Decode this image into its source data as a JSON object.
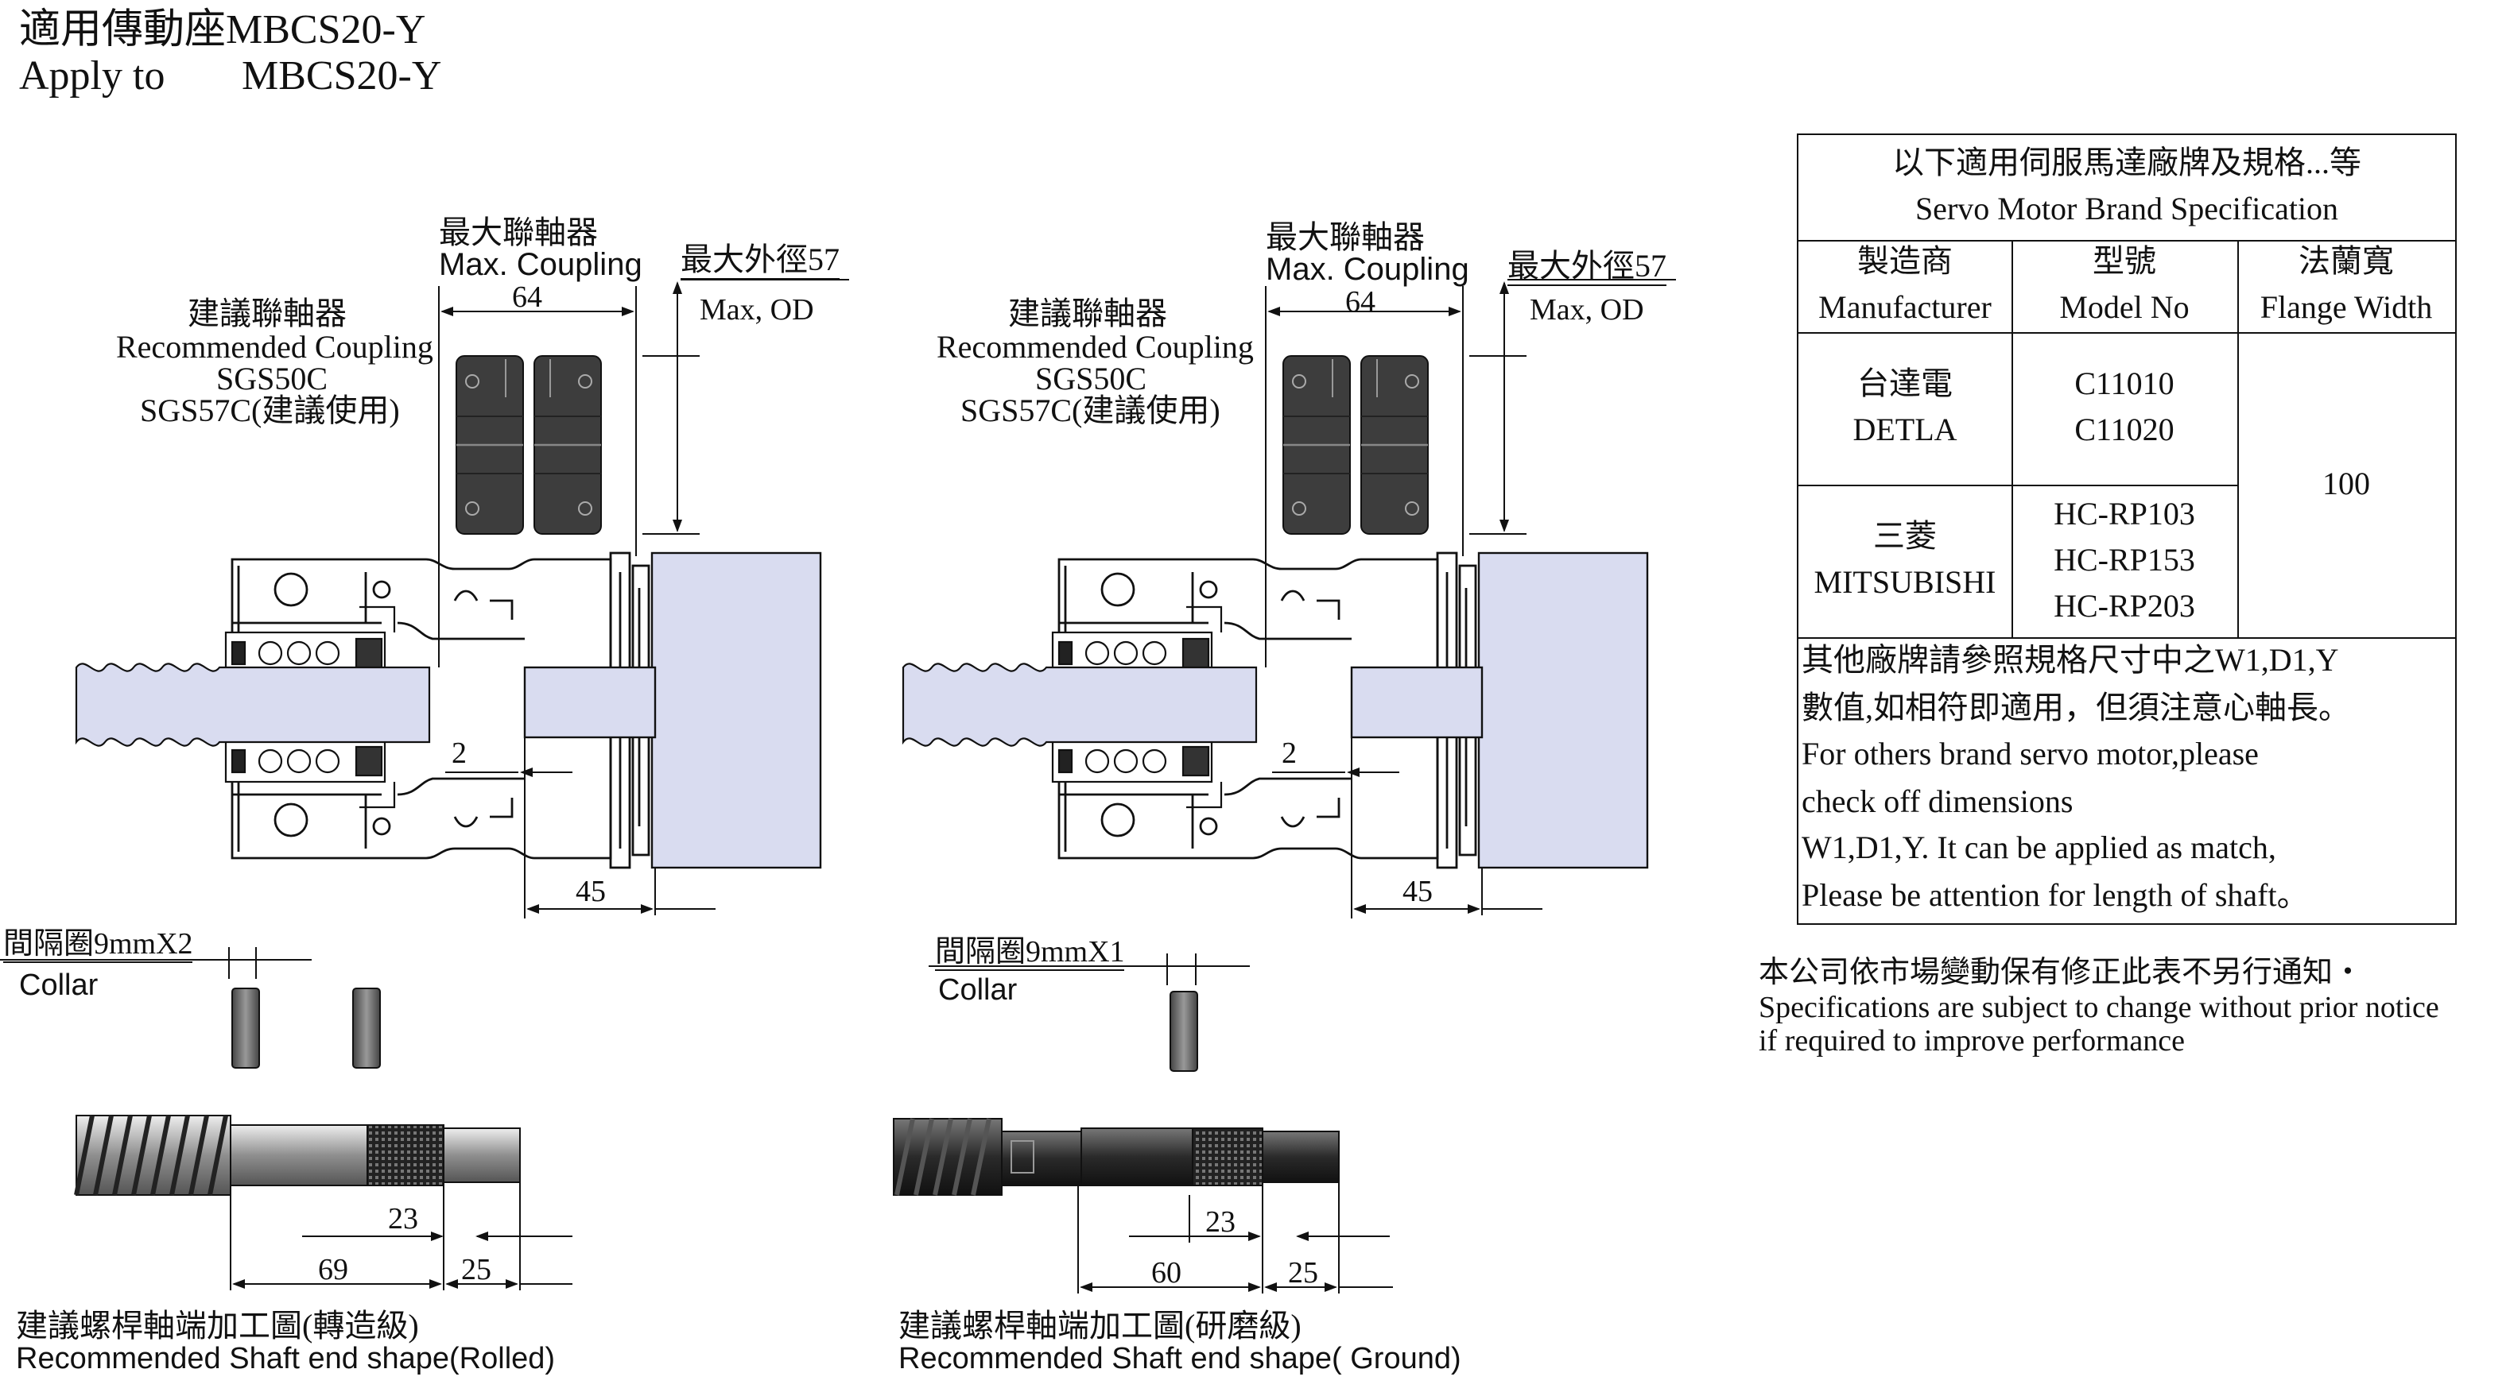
{
  "title": {
    "zh": "適用傳動座MBCS20-Y",
    "en_prefix": "Apply to",
    "en_model": "MBCS20-Y"
  },
  "left_assembly": {
    "max_coupling_zh": "最大聯軸器",
    "max_coupling_en": "Max. Coupling",
    "coupling_length": "64",
    "max_od_zh": "最大外徑57",
    "max_od_en": "Max, OD",
    "recommended_zh": "建議聯軸器",
    "recommended_en": "Recommended Coupling",
    "model_1": "SGS50C",
    "model_2": "SGS57C(建議使用)",
    "gap": "2",
    "depth": "45"
  },
  "right_assembly": {
    "max_coupling_zh": "最大聯軸器",
    "max_coupling_en": "Max. Coupling",
    "coupling_length": "64",
    "max_od_zh": "最大外徑57",
    "max_od_en": "Max, OD",
    "recommended_zh": "建議聯軸器",
    "recommended_en": "Recommended Coupling",
    "model_1": "SGS50C",
    "model_2": "SGS57C(建議使用)",
    "gap": "2",
    "depth": "45"
  },
  "collar_left": {
    "label_zh": "間隔圈9mmX2",
    "label_en": "Collar"
  },
  "collar_right": {
    "label_zh": "間隔圈9mmX1",
    "label_en": "Collar"
  },
  "shaft_rolled": {
    "dim_23": "23",
    "dim_69": "69",
    "dim_25": "25",
    "caption_zh": "建議螺桿軸端加工圖(轉造級)",
    "caption_en": "Recommended Shaft end shape(Rolled)"
  },
  "shaft_ground": {
    "dim_23": "23",
    "dim_60": "60",
    "dim_25": "25",
    "caption_zh": "建議螺桿軸端加工圖(研磨級)",
    "caption_en": "Recommended Shaft end shape( Ground)"
  },
  "spec_table": {
    "header_zh": "以下適用伺服馬達廠牌及規格...等",
    "header_en": "Servo Motor Brand Specification",
    "columns": [
      {
        "zh": "製造商",
        "en": "Manufacturer"
      },
      {
        "zh": "型號",
        "en": "Model No"
      },
      {
        "zh": "法蘭寬",
        "en": "Flange Width"
      }
    ],
    "rows": [
      {
        "maker_zh": "台達電",
        "maker_en": "DETLA",
        "models": [
          "C11010",
          "C11020"
        ]
      },
      {
        "maker_zh": "三菱",
        "maker_en": "MITSUBISHI",
        "models": [
          "HC-RP103",
          "HC-RP153",
          "HC-RP203"
        ]
      }
    ],
    "flange_width": "100",
    "note_lines": [
      "其他廠牌請參照規格尺寸中之W1,D1,Y",
      "數值,如相符即適用，但須注意心軸長。",
      "For others brand servo motor,please",
      "check off dimensions",
      "W1,D1,Y. It can be applied as match,",
      "Please be attention for length of shaft。"
    ]
  },
  "disclaimer": {
    "zh": "本公司依市場變動保有修正此表不另行通知・",
    "en_1": "Specifications are subject to change without prior notice",
    "en_2": " if required to improve performance"
  },
  "colors": {
    "motor_fill": "#d9dcf0",
    "coupling_fill": "#3a3a3a",
    "line": "#111111"
  }
}
